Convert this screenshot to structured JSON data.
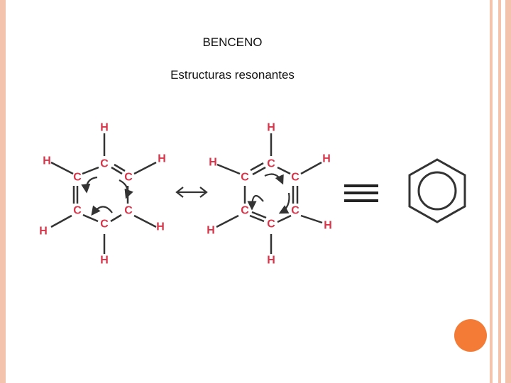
{
  "title": "BENCENO",
  "subtitle": "Estructuras resonantes",
  "atoms": {
    "carbon": "C",
    "hydrogen": "H"
  },
  "colors": {
    "atom_label": "#d8354a",
    "bond": "#333333",
    "arrow": "#333333",
    "accent_dot": "#f47b36",
    "frame": "#f3c3ae"
  },
  "symbols": {
    "resonance_arrow": "↔",
    "equivalence": "≡"
  }
}
